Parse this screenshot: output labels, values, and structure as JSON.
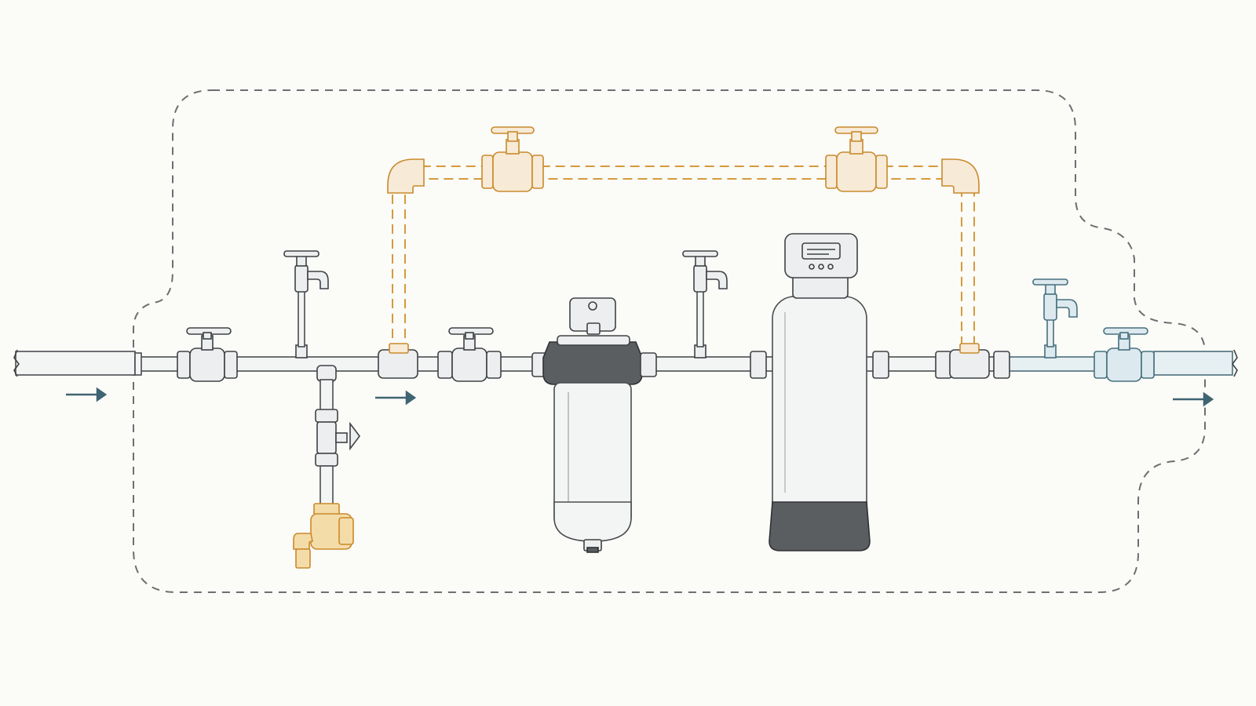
{
  "diagram": {
    "type": "whole-house water treatment plumbing schematic",
    "colors": {
      "pipe_outline": "#4a4d50",
      "pipe_fill": "#f3f4f4",
      "bypass_line": "#d59a3c",
      "treated_water": "#4c6f7c",
      "flow_arrow": "#3f6472",
      "boundary": "#6c6f72",
      "softener_base": "#5b5e61"
    },
    "components": [
      "supply-pipe",
      "main-shutoff-valve",
      "pre-sample-tap",
      "hose-bib-drain",
      "bypass-loop",
      "isolation-valve-inlet",
      "sediment-filter",
      "mid-sample-tap",
      "water-softener",
      "treated-sample-tap",
      "outlet-shutoff-valve",
      "outlet-pipe"
    ],
    "flow_direction": "left-to-right",
    "arrows": 3
  }
}
